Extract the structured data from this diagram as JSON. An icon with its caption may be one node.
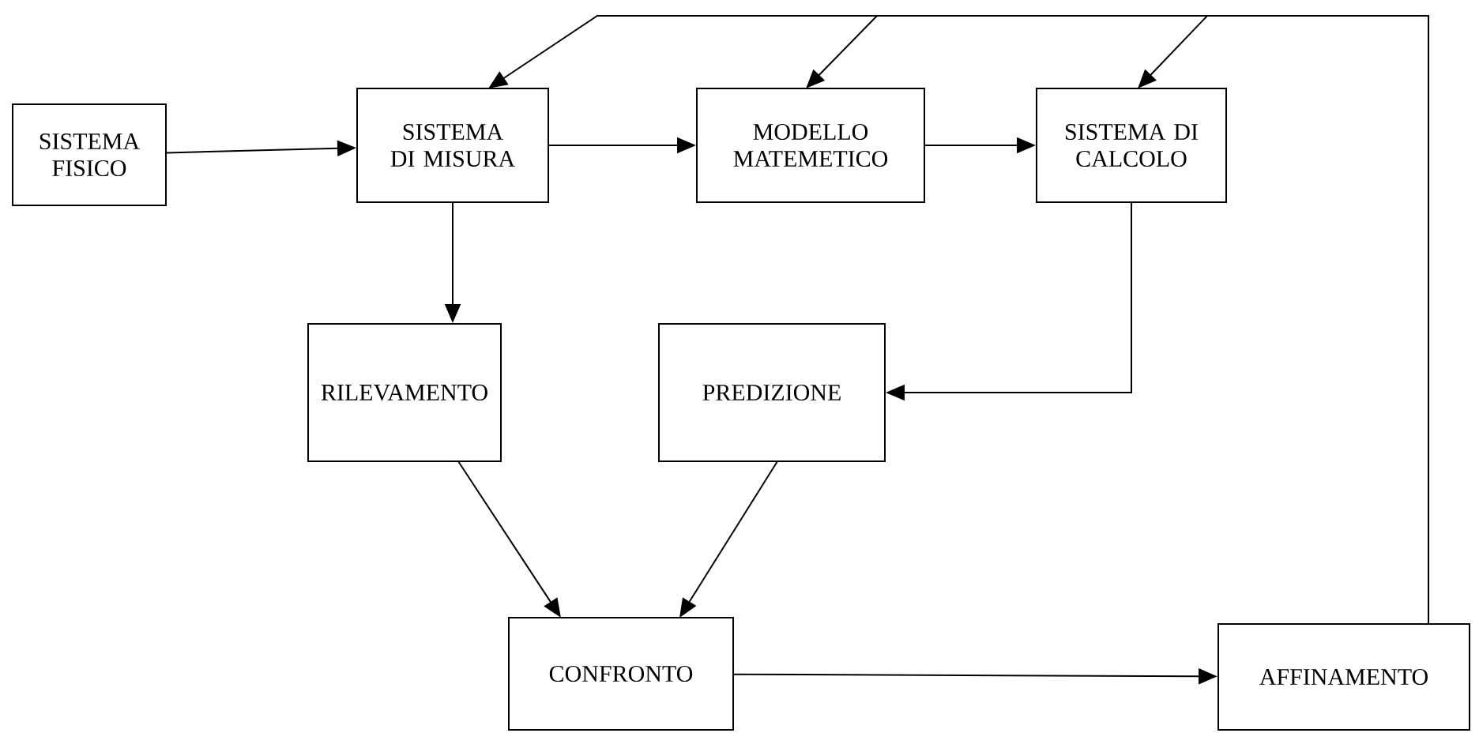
{
  "diagram": {
    "nodes": [
      {
        "text": [
          "SISTEMA FISICO"
        ]
      },
      {
        "text": [
          "SISTEMA DI MISURA"
        ]
      },
      {
        "text": [
          "MODELLO MATEMETICO"
        ]
      },
      {
        "text": [
          "SISTEMA DI CALCOLO"
        ]
      },
      {
        "text": [
          "RILEVAMENTO"
        ]
      },
      {
        "text": [
          "PREDIZIONE"
        ]
      },
      {
        "text": [
          "CONFRONTO"
        ]
      },
      {
        "text": [
          "AFFINAMENTO"
        ]
      }
    ],
    "edges": [
      {
        "from": 0,
        "to": 1,
        "arrow": "to"
      },
      {
        "from": 1,
        "to": 2,
        "arrow": "to"
      },
      {
        "from": 2,
        "to": 3,
        "arrow": "to"
      },
      {
        "from": 1,
        "to": 4,
        "arrow": "to"
      },
      {
        "from": 3,
        "to": 5,
        "arrow": "to"
      },
      {
        "from": 4,
        "to": 6,
        "arrow": "to"
      },
      {
        "from": 5,
        "to": 6,
        "arrow": "to"
      },
      {
        "from": 6,
        "to": 7,
        "arrow": "to"
      },
      {
        "from": 7,
        "to": 1,
        "arrow": "to"
      },
      {
        "from": 7,
        "to": 2,
        "arrow": "to"
      },
      {
        "from": 7,
        "to": 3,
        "arrow": "to"
      }
    ]
  }
}
